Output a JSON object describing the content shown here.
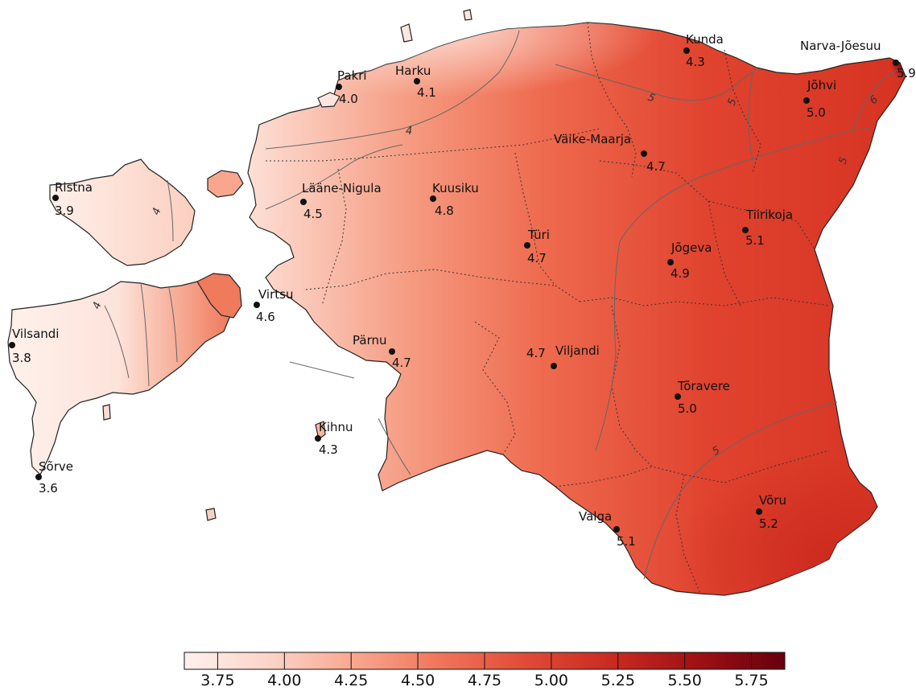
{
  "map": {
    "colors": {
      "ramp": [
        "#fff1ee",
        "#fcd3c6",
        "#f8a68e",
        "#f07458",
        "#e04a35",
        "#c92a20",
        "#9e1014",
        "#67000d"
      ],
      "coast": "#222222",
      "county_border": "#333333",
      "isoline": "#666666"
    },
    "stations": [
      {
        "name": "Kunda",
        "value": "4.3"
      },
      {
        "name": "Narva-Jõesuu",
        "value": "5.9"
      },
      {
        "name": "Pakri",
        "value": "4.0"
      },
      {
        "name": "Harku",
        "value": "4.1"
      },
      {
        "name": "Jõhvi",
        "value": "5.0"
      },
      {
        "name": "Väike-Maarja",
        "value": "4.7"
      },
      {
        "name": "Ristna",
        "value": "3.9"
      },
      {
        "name": "Lääne-Nigula",
        "value": "4.5"
      },
      {
        "name": "Kuusiku",
        "value": "4.8"
      },
      {
        "name": "Tiirikoja",
        "value": "5.1"
      },
      {
        "name": "Türi",
        "value": "4.7"
      },
      {
        "name": "Jõgeva",
        "value": "4.9"
      },
      {
        "name": "Virtsu",
        "value": "4.6"
      },
      {
        "name": "Vilsandi",
        "value": "3.8"
      },
      {
        "name": "Pärnu",
        "value": "4.7"
      },
      {
        "name": "Viljandi",
        "value": "4.7"
      },
      {
        "name": "Tõravere",
        "value": "5.0"
      },
      {
        "name": "Kihnu",
        "value": "4.3"
      },
      {
        "name": "Sõrve",
        "value": "3.6"
      },
      {
        "name": "Valga",
        "value": "5.1"
      },
      {
        "name": "Võru",
        "value": "5.2"
      }
    ],
    "isolines": [
      "4",
      "5",
      "5",
      "4",
      "4",
      "5",
      "5",
      "6"
    ],
    "colorbar": {
      "min": 3.625,
      "max": 5.875,
      "ticks": [
        "3.75",
        "4.00",
        "4.25",
        "4.50",
        "4.75",
        "5.00",
        "5.25",
        "5.50",
        "5.75"
      ]
    }
  }
}
